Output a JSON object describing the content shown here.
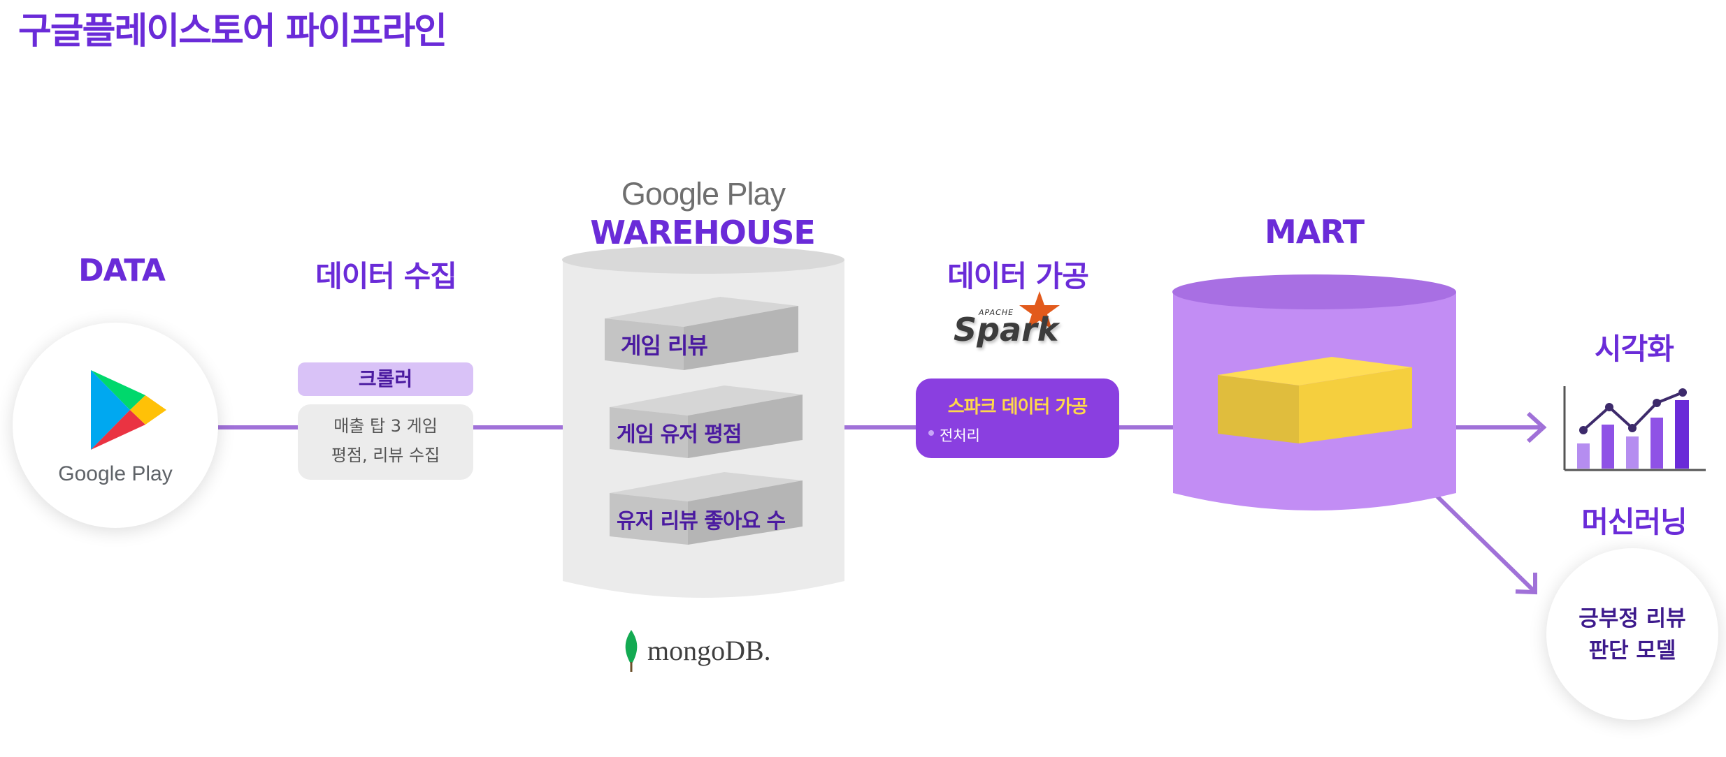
{
  "title": "구글플레이스토어 파이프라인",
  "stages": {
    "data": "DATA",
    "collect": "데이터 수집",
    "warehouse_brand": "Google Play",
    "warehouse": "WAREHOUSE",
    "process": "데이터 가공",
    "mart": "MART",
    "visualize": "시각화",
    "ml": "머신러닝"
  },
  "source": {
    "logo_text": "Google Play",
    "icon": "google-play-icon"
  },
  "crawler": {
    "label": "크롤러",
    "desc_line1": "매출 탑 3 게임",
    "desc_line2": "평점, 리뷰 수집"
  },
  "warehouse_items": [
    "게임 리뷰",
    "게임 유저 평점",
    "유저 리뷰 좋아요 수"
  ],
  "mongodb_logo": "mongoDB.",
  "spark_logo": {
    "apache": "APACHE",
    "name": "Spark"
  },
  "spark_box": {
    "title": "스파크 데이터 가공",
    "item": "전처리"
  },
  "ml_box": {
    "line1": "긍부정 리뷰",
    "line2": "판단 모델"
  },
  "colors": {
    "accent": "#6a2bd8",
    "line": "#a071d8",
    "mart": "#c28df4",
    "spark_box": "#8a3fe0",
    "spark_title": "#ffd84a",
    "mart_cube": "#f0c93a"
  }
}
